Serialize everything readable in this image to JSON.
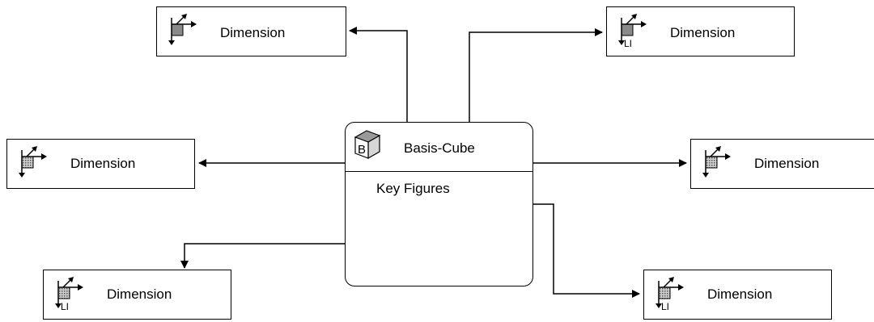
{
  "cube": {
    "title": "Basis-Cube",
    "letter": "B",
    "body_label": "Key Figures"
  },
  "dimensions": [
    {
      "id": "dim-top-left",
      "label": "Dimension",
      "line_item": false,
      "fill": "solid"
    },
    {
      "id": "dim-top-right",
      "label": "Dimension",
      "line_item": true,
      "fill": "solid"
    },
    {
      "id": "dim-mid-left",
      "label": "Dimension",
      "line_item": false,
      "fill": "dotted"
    },
    {
      "id": "dim-mid-right",
      "label": "Dimension",
      "line_item": false,
      "fill": "dotted"
    },
    {
      "id": "dim-bottom-left",
      "label": "Dimension",
      "line_item": true,
      "fill": "dotted"
    },
    {
      "id": "dim-bottom-right",
      "label": "Dimension",
      "line_item": true,
      "fill": "dotted"
    }
  ],
  "line_item_mark": "LI"
}
